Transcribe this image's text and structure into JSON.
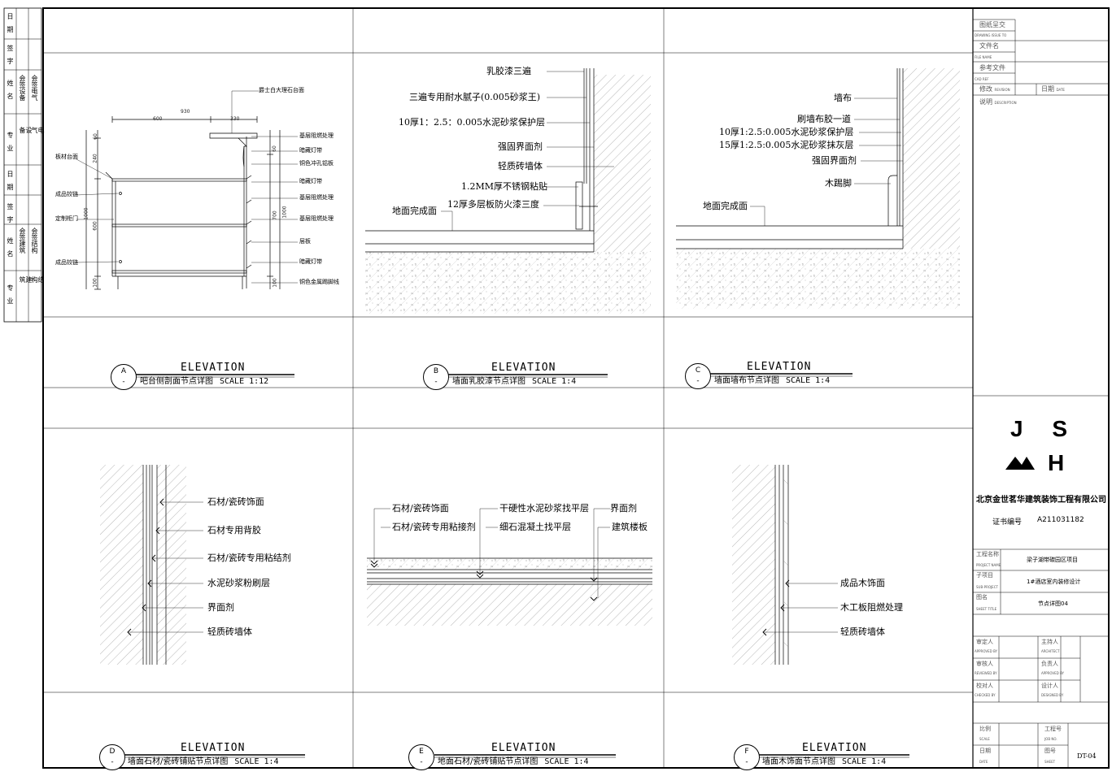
{
  "panels": {
    "A": {
      "letter": "A",
      "dash": "-",
      "elevation": "ELEVATION",
      "title": "吧台侧剖面节点详图",
      "scale": "SCALE 1:12",
      "dims": {
        "total": "930",
        "left": "600",
        "right": "330",
        "h60": "60",
        "h240": "240",
        "h1000": "1000",
        "h600": "600",
        "h100": "100",
        "r60": "60",
        "r700": "700",
        "r1000": "1000",
        "r100": "100"
      },
      "labels_left": [
        "板材台面",
        "成品铰链",
        "定制柜门",
        "成品铰链"
      ],
      "labels_right": [
        "爵士白大理石台面",
        "基层阻燃处理",
        "暗藏灯带",
        "铜色冲孔铝板",
        "暗藏灯带",
        "基层阻燃处理",
        "基层阻燃处理",
        "层板",
        "暗藏灯带",
        "铜色金属踢脚线"
      ]
    },
    "B": {
      "letter": "B",
      "dash": "-",
      "elevation": "ELEVATION",
      "title": "墙面乳胶漆节点详图",
      "scale": "SCALE 1:4",
      "labels": [
        "乳胶漆三遍",
        "三遍专用耐水腻子(0.005砂浆王)",
        "10厚1：2.5：0.005水泥砂浆保护层",
        "强固界面剂",
        "轻质砖墙体",
        "1.2MM厚不锈钢粘贴",
        "12厚多层板防火漆三度",
        "地面完成面"
      ]
    },
    "C": {
      "letter": "C",
      "dash": "-",
      "elevation": "ELEVATION",
      "title": "墙面墙布节点详图",
      "scale": "SCALE 1:4",
      "labels": [
        "墙布",
        "刷墙布胶一道",
        "10厚1:2.5:0.005水泥砂浆保护层",
        "15厚1:2.5:0.005水泥砂浆抹灰层",
        "强固界面剂",
        "木踢脚",
        "地面完成面"
      ]
    },
    "D": {
      "letter": "D",
      "dash": "-",
      "elevation": "ELEVATION",
      "title": "墙面石材/瓷砖铺贴节点详图",
      "scale": "SCALE 1:4",
      "labels": [
        "石材/瓷砖饰面",
        "石材专用背胶",
        "石材/瓷砖专用粘结剂",
        "水泥砂浆粉刷层",
        "界面剂",
        "轻质砖墙体"
      ]
    },
    "E": {
      "letter": "E",
      "dash": "-",
      "elevation": "ELEVATION",
      "title": "地面石材/瓷砖铺贴节点详图",
      "scale": "SCALE 1:4",
      "labels": [
        "石材/瓷砖饰面",
        "干硬性水泥砂浆找平层",
        "界面剂",
        "石材/瓷砖专用粘接剂",
        "细石混凝土找平层",
        "建筑楼板"
      ]
    },
    "F": {
      "letter": "F",
      "dash": "-",
      "elevation": "ELEVATION",
      "title": "墙面木饰面节点详图",
      "scale": "SCALE 1:4",
      "labels": [
        "成品木饰面",
        "木工板阻燃处理",
        "轻质砖墙体"
      ]
    }
  },
  "sidebar": {
    "rows": [
      [
        "专",
        "业",
        "建",
        "筑",
        "结",
        "构"
      ],
      [
        "姓",
        "名",
        "会签建筑",
        "会签结构"
      ],
      [
        "签",
        "字"
      ],
      [
        "日",
        "期"
      ],
      [
        "专",
        "业",
        "设",
        "备",
        "电",
        "气"
      ],
      [
        "姓",
        "名",
        "会签设备",
        "会签电气"
      ],
      [
        "签",
        "字"
      ],
      [
        "日",
        "期"
      ]
    ]
  },
  "titleblock": {
    "issue": "图纸呈交",
    "issue_en": "DRAWING ISSUE TO",
    "file": "文件名",
    "file_en": "FILE NAME",
    "ref": "参考文件",
    "ref_en": "CAD REF",
    "rev": "修改",
    "rev_en": "REVISION",
    "date": "日期",
    "date_en": "DATE",
    "desc": "说明",
    "desc_en": "DESCRIPTION",
    "logo_top": "J S",
    "logo_bottom_right": "H",
    "company": "北京金世茗华建筑装饰工程有限公司",
    "cert_label": "证书编号",
    "cert_no": "A211031182",
    "project_label": "工程名称",
    "project_en": "PROJECT NAME",
    "project": "梁子湖带碳园区项目",
    "sub_label": "子项目",
    "sub_en": "SUB-PROJECT",
    "sub": "1#酒店室内装修设计",
    "sheet_label": "图名",
    "sheet_en": "SHEET TITLE",
    "sheet": "节点详图04",
    "approved": "审定人",
    "approved_en": "APPROVED BY",
    "architect": "主持人",
    "architect_en": "ARCHITECT",
    "reviewed": "审核人",
    "reviewed_en": "REVIEWED BY",
    "approved2": "负责人",
    "approved2_en": "APPROVED BY",
    "checked": "校对人",
    "checked_en": "CHECKED BY",
    "designed": "设计人",
    "designed_en": "DESIGNED BY",
    "scale": "比例",
    "scale_en": "SCALE",
    "jobno": "工程号",
    "jobno_en": "JOB NO.",
    "date2": "日期",
    "date2_en": "DATE",
    "sheetno": "图号",
    "sheetno_en": "SHEET",
    "drawing_no": "DT-04"
  }
}
